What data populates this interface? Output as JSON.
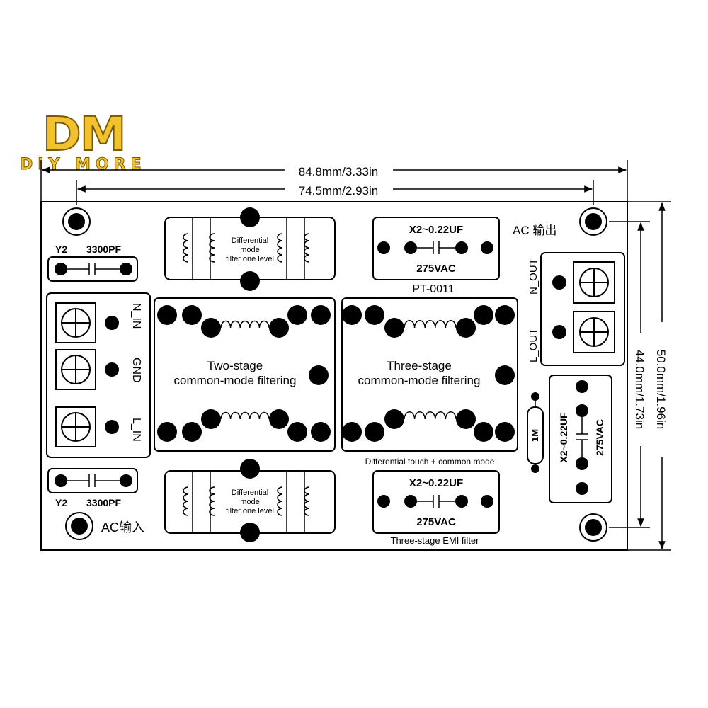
{
  "logo": {
    "mark": "DM",
    "tagline": "DIY MORE"
  },
  "dimensions": {
    "width_outer": "84.8mm/3.33in",
    "width_holes": "74.5mm/2.93in",
    "height_outer": "50.0mm/1.96in",
    "height_holes": "44.0mm/1.73in"
  },
  "labels": {
    "ac_in": "AC输入",
    "ac_out": "AC 输出",
    "y2_top": "Y2",
    "y2_top_value": "3300PF",
    "y2_bottom": "Y2",
    "y2_bottom_value": "3300PF",
    "n_in": "N_IN",
    "gnd": "GND",
    "l_in": "L_IN",
    "n_out": "N_OUT",
    "l_out": "L_OUT",
    "diff_top": [
      "Differential",
      "mode",
      "filter one level"
    ],
    "diff_bottom": [
      "Differential",
      "mode",
      "filter one level"
    ],
    "two_stage": [
      "Two-stage",
      "common-mode filtering"
    ],
    "three_stage": [
      "Three-stage",
      "common-mode filtering"
    ],
    "x2_top": "X2~0.22UF",
    "x2_top_voltage": "275VAC",
    "model": "PT-0011",
    "diff_touch": "Differential touch + common mode",
    "x2_bottom": "X2~0.22UF",
    "x2_bottom_voltage": "275VAC",
    "emi": "Three-stage EMI filter",
    "resistor": "1M",
    "x2_right": "X2~0.22UF",
    "x2_right_voltage": "275VAC"
  },
  "colors": {
    "ink": "#000000",
    "logo_gold": "#f2c12e",
    "background": "#ffffff"
  }
}
